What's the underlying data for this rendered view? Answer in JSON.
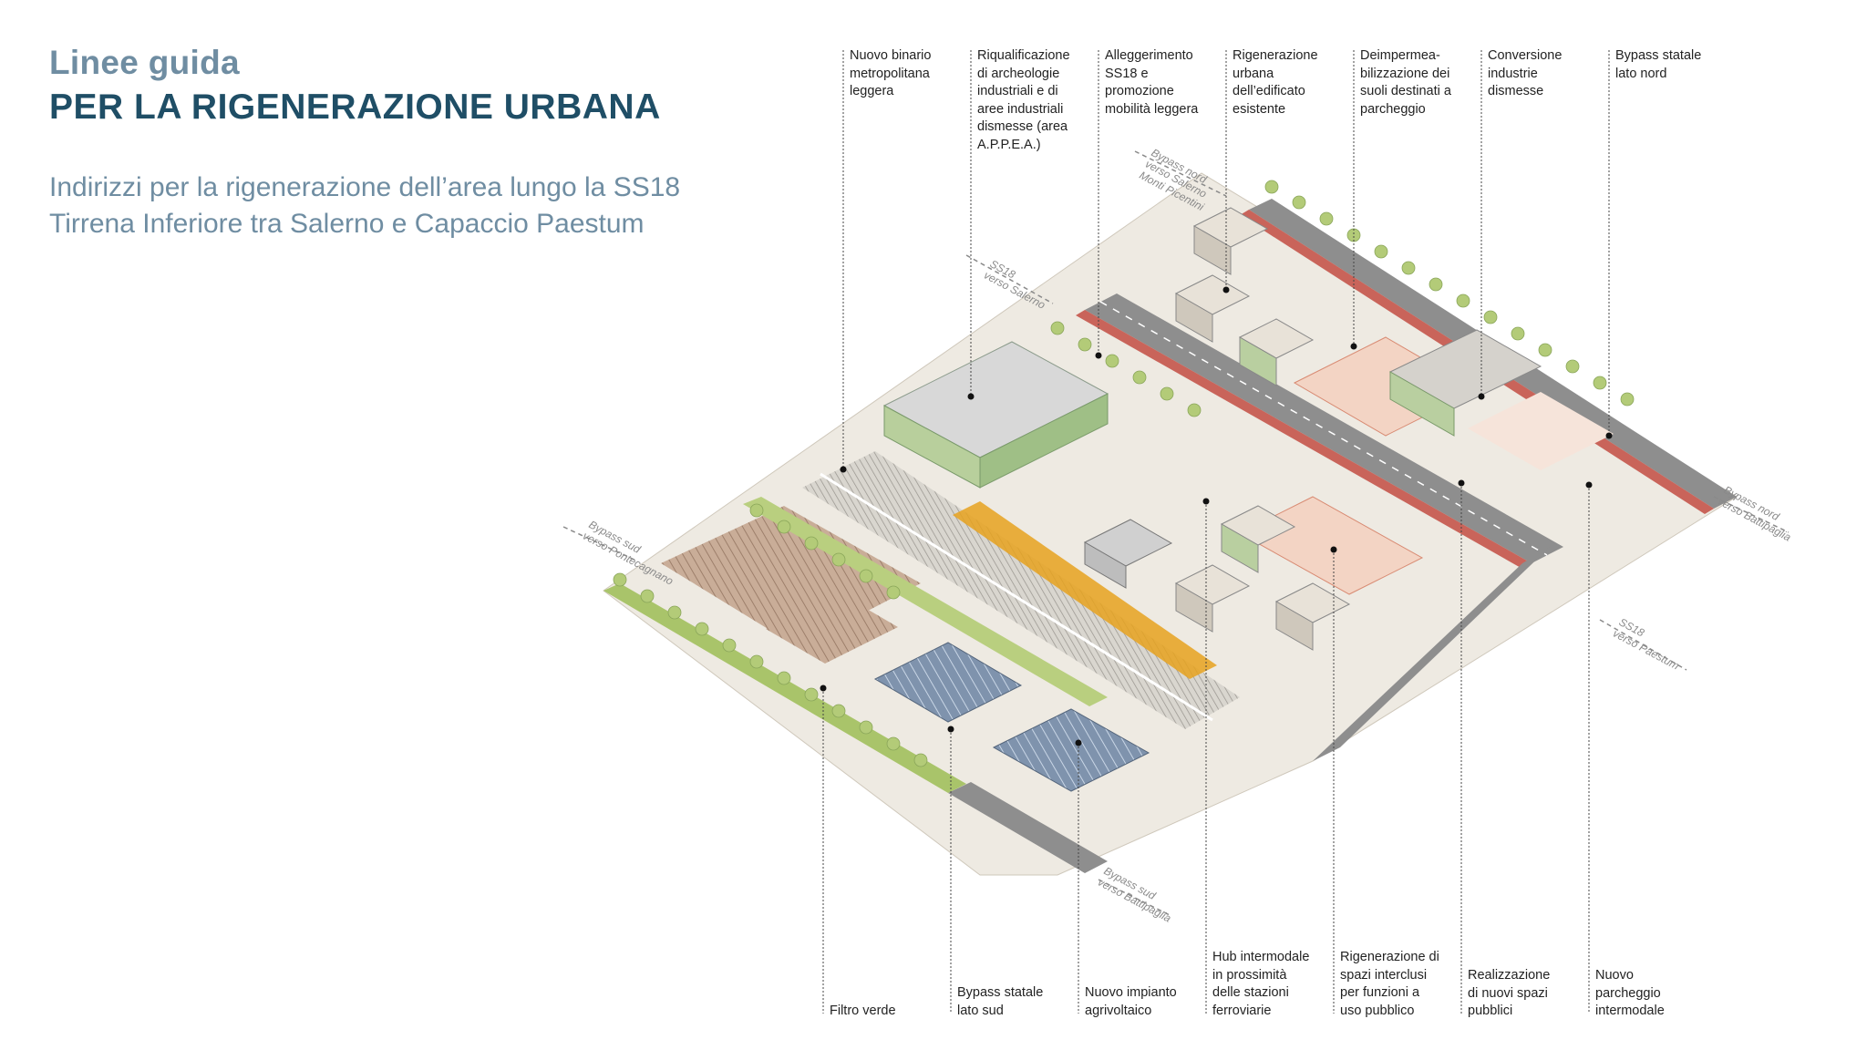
{
  "header": {
    "title_line1": "Linee guida",
    "title_line2": "PER LA RIGENERAZIONE URBANA",
    "subtitle_line1": "Indirizzi per la rigenerazione dell’area lungo la SS18",
    "subtitle_line2": "Tirrena Inferiore tra Salerno e Capaccio Paestum"
  },
  "top_labels": [
    {
      "lines": [
        "Nuovo binario",
        "metropolitana",
        "leggera"
      ]
    },
    {
      "lines": [
        "Riqualificazione",
        "di archeologie",
        "industriali e di",
        "aree industriali",
        "dismesse (area",
        "A.P.P.E.A.)"
      ]
    },
    {
      "lines": [
        "Alleggerimento",
        "SS18 e",
        "promozione",
        "mobilità leggera"
      ]
    },
    {
      "lines": [
        "Rigenerazione",
        "urbana",
        "dell’edificato",
        "esistente"
      ]
    },
    {
      "lines": [
        "Deimpermea-",
        "bilizzazione dei",
        "suoli destinati a",
        "parcheggio"
      ]
    },
    {
      "lines": [
        "Conversione",
        "industrie",
        "dismesse"
      ]
    },
    {
      "lines": [
        "Bypass statale",
        "lato nord"
      ]
    }
  ],
  "bottom_labels": [
    {
      "lines": [
        "Filtro verde"
      ]
    },
    {
      "lines": [
        "Bypass statale",
        "lato sud"
      ]
    },
    {
      "lines": [
        "Nuovo impianto",
        "agrivoltaico"
      ]
    },
    {
      "lines": [
        "Hub intermodale",
        "in prossimità",
        "delle stazioni",
        "ferroviarie"
      ]
    },
    {
      "lines": [
        "Rigenerazione di",
        "spazi interclusi",
        "per funzioni a",
        "uso pubblico"
      ]
    },
    {
      "lines": [
        "Realizzazione",
        "di nuovi spazi",
        "pubblici"
      ]
    },
    {
      "lines": [
        "Nuovo",
        "parcheggio",
        "intermodale"
      ]
    }
  ],
  "road_labels": {
    "bypass_nord_salerno": [
      "Bypass nord",
      "verso Salerno",
      "Monti Picentini"
    ],
    "ss18_salerno": [
      "SS18",
      "verso Salerno"
    ],
    "bypass_sud_pontecagnano": [
      "Bypass sud",
      "verso Pontecagnano"
    ],
    "bypass_nord_battipaglia": [
      "Bypass nord",
      "verso Battipaglia"
    ],
    "ss18_paestum": [
      "SS18",
      "verso Paestum"
    ],
    "bypass_sud_battipaglia": [
      "Bypass sud",
      "verso Battipaglia"
    ]
  },
  "colors": {
    "title_light": "#6f8da2",
    "title_dark": "#1f4e66",
    "ground": "#eeeae2",
    "road": "#8e8e8e",
    "bike_lane": "#c9645a",
    "plaza": "#f3d4c4",
    "green": "#a9c46a",
    "field": "#b89a86",
    "rail_line": "#e6a21e"
  }
}
